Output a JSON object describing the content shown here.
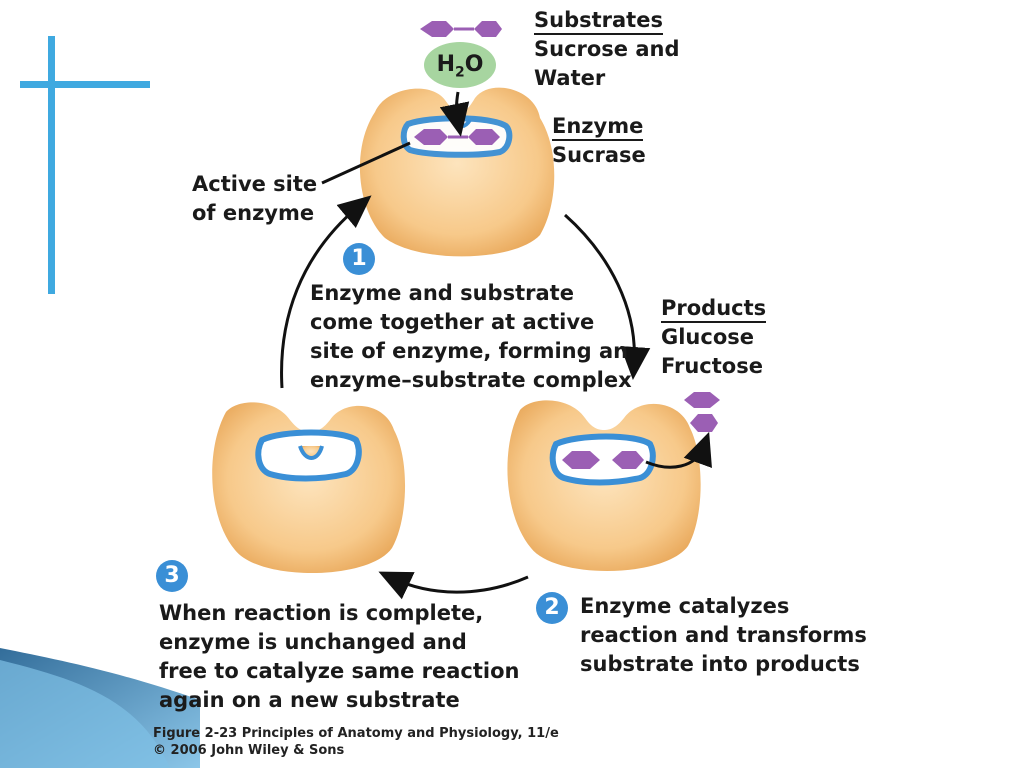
{
  "substrates": {
    "heading": "Substrates",
    "lines": [
      "Sucrose and",
      "Water"
    ]
  },
  "water_molecule": {
    "text": "H",
    "subscript": "2",
    "suffix": "O"
  },
  "enzyme": {
    "heading": "Enzyme",
    "name": "Sucrase"
  },
  "active_site": {
    "lines": [
      "Active site",
      "of enzyme"
    ]
  },
  "products": {
    "heading": "Products",
    "lines": [
      "Glucose",
      "Fructose"
    ]
  },
  "steps": [
    {
      "number": "1",
      "lines": [
        "Enzyme and substrate",
        "come together at active",
        "site of enzyme, forming an",
        "enzyme–substrate complex"
      ]
    },
    {
      "number": "2",
      "lines": [
        "Enzyme catalyzes",
        "reaction and transforms",
        "substrate into products"
      ]
    },
    {
      "number": "3",
      "lines": [
        "When reaction is complete,",
        "enzyme is unchanged and",
        "free to catalyze same reaction",
        "again on a new substrate"
      ]
    }
  ],
  "caption": {
    "lines": [
      "Figure 2-23  Principles of Anatomy and Physiology, 11/e",
      "© 2006 John Wiley & Sons"
    ]
  },
  "colors": {
    "enzyme_fill": "#f5c27e",
    "active_site_glow": "#3a8fd6",
    "substrate": "#9b5fb4",
    "water_bubble": "#a7d5a0",
    "step_badge": "#3a8fd6",
    "cross_accent": "#3fa9e0",
    "corner_decor": "#1c5d8f"
  },
  "icons": [
    "cross-decoration",
    "corner-swoosh",
    "enzyme-shape",
    "sucrose-molecule",
    "glucose-icon",
    "fructose-icon",
    "cycle-arrow"
  ]
}
